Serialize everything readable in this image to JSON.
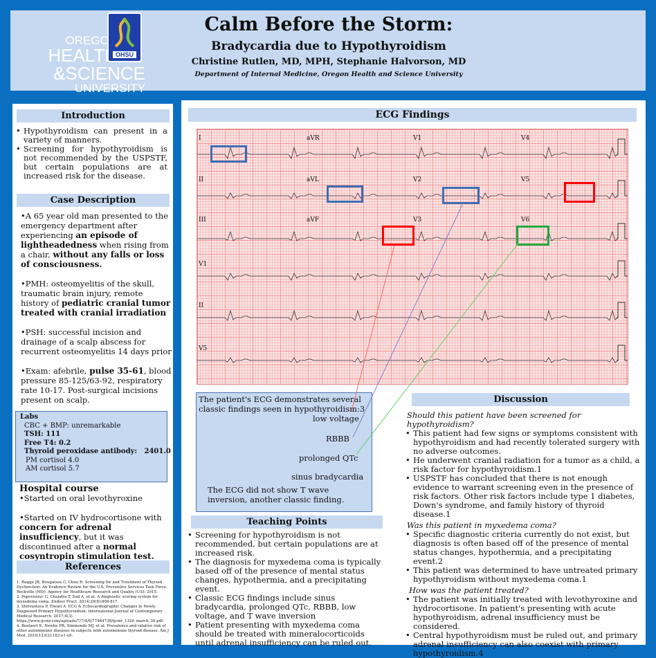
{
  "header": {
    "title": "Calm Before the Storm:",
    "subtitle": "Bradycardia due to Hypothyroidism",
    "authors": "Christine Rutlen, MD, MPH, Stephanie Halvorson, MD",
    "department": "Department of Internal Medicine, Oregon Health and Science University",
    "logo": {
      "line1": "OREGON",
      "line2": "HEALTH",
      "line3": "&SCIENCE",
      "line4": "UNIVERSITY",
      "badge": "OHSU"
    }
  },
  "introduction": {
    "heading": "Introduction",
    "items": [
      "Hypothyroidism can present in a variety of manners.",
      "Screening for hypothyroidism is not recommended by the USPSTF, but certain populations are at increased risk for the disease."
    ]
  },
  "case": {
    "heading": "Case Description",
    "p1a": "•A 65 year old man presented to the emergency department after experiencing ",
    "p1b": "an episode of lightheadedness",
    "p1c": " when rising from a chair, ",
    "p1d": "without any falls or loss of consciousness.",
    "p2a": "•PMH: osteomyelitis of the skull, traumatic brain injury, remote history of ",
    "p2b": "pediatric cranial tumor treated with cranial irradiation",
    "p3": "•PSH: successful incision and drainage of a scalp abscess for recurrent osteomyelitis 14 days prior",
    "p4a": "•Exam: afebrile, ",
    "p4b": "pulse 35-61",
    "p4c": ", blood pressure 85-125/63-92, respiratory rate 10-17. Post-surgical incisions present on scalp."
  },
  "labs": {
    "heading": "Labs",
    "cbc": "CBC + BMP: unremarkable",
    "tsh": "TSH: 111",
    "t4": "Free T4:  0.2",
    "tpo": "Thyroid peroxidase antibody:   2401.0",
    "pm": "PM cortisol 4.0",
    "am": "AM cortisol 5.7"
  },
  "hospital": {
    "heading": "Hospital course",
    "p1": "•Started on oral levothyroxine",
    "p2a": "•Started on IV hydrocortisone with ",
    "p2b": "concern for adrenal insufficiency",
    "p2c": ", but it was discontinued after a ",
    "p2d": "normal cosyntropin stimulation test."
  },
  "references": {
    "heading": "References",
    "items": [
      "1.    Rugge JB, Bougatsos C, Chou R. Screening for and Treatment of Thyroid Dysfunction: An Evidence Review for the U.S. Preventive Services Task Force. Rockville (MD): Agency for Healthcare Research and Quality (US); 2015.",
      "2.    Popoveniuc G, Chandra T, Sud A, et al. A diagnostic scoring system for myxedema coma. Endocr Pract. 2014;20(8):808-817.",
      "3.    Shrivastava P, Tiwari A. ECG & Echocardiographic Changes in Newly Diagnosed Primary Hypothyroidism. International Journal of Contemporary Medical Research. 2017;4(3). https://www.ijcmr.com/uploads/7/7/4/6/77464738/ijcmr_1326_march_30.pdf.",
      "4.    Boelaert K, Newby PR, Simmonds MJ, et al. Prevalence and relative risk of other autoimmune diseases in subjects with autoimmune thyroid disease. Am J Med. 2010;123(2):183.e1-e9."
    ]
  },
  "ecg": {
    "heading": "ECG Findings",
    "leads": [
      "I",
      "aVR",
      "V1",
      "V4",
      "II",
      "aVL",
      "V2",
      "V5",
      "III",
      "aVF",
      "V3",
      "V6",
      "V1",
      "II",
      "V5"
    ],
    "colors": {
      "low_voltage": "#ff0000",
      "rbbb": "#3c6eb4",
      "qtc": "#22a83c"
    }
  },
  "annotation": {
    "intro": "The patient's ECG demonstrates several classic findings seen in hypothyroidism:3",
    "f1": "low voltage",
    "f2": "RBBB",
    "f3": "prolonged QTc",
    "f4": "sinus bradycardia",
    "note": "The ECG did not show T wave inversion, another classic finding."
  },
  "teaching": {
    "heading": "Teaching Points",
    "items": [
      "Screening for hypothyroidism is not recommended, but certain populations are at increased risk.",
      "The diagnosis for myxedema coma is typically based off of the presence of mental status changes, hypothermia, and a precipitating event.",
      "Classic ECG findings include sinus bradycardia, prolonged QTc, RBBB, low voltage, and T wave inversion",
      "Patient presenting with myxedema coma should be treated with mineralocorticoids until adrenal insufficiency can be ruled out."
    ]
  },
  "discussion": {
    "heading": "Discussion",
    "q1": "Should this patient have been screened for hypothyroidism?",
    "a1": [
      "This patient had few signs or symptoms consistent with hypothyroidism and had recently tolerated surgery with no adverse outcomes.",
      "He underwent cranial radiation for a tumor as a child, a risk factor for hypothyroidism.1",
      "USPSTF has concluded that there is not enough evidence to warrant screening even in the presence of risk factors. Other risk factors include type 1 diabetes, Down's syndrome, and family history of thyroid disease.1"
    ],
    "q2": "Was this patient in myxedema coma?",
    "a2": [
      "Specific diagnostic criteria currently do not exist, but diagnosis is often based off of the presence of mental status changes, hypothermia, and a precipitating event.2",
      "This patient was determined to have untreated primary hypothyroidism without myxedema coma.1"
    ],
    "q3": "How was the patient treated?",
    "a3": [
      "The patient was initially treated with levothyroxine and hydrocortisone. In patient's presenting with acute hypothyroidism, adrenal insufficiency must be considered.",
      "Central hypothyroidism must be ruled out, and primary adrenal insufficiency can also coexist with primary hypothyroidism.4"
    ]
  }
}
